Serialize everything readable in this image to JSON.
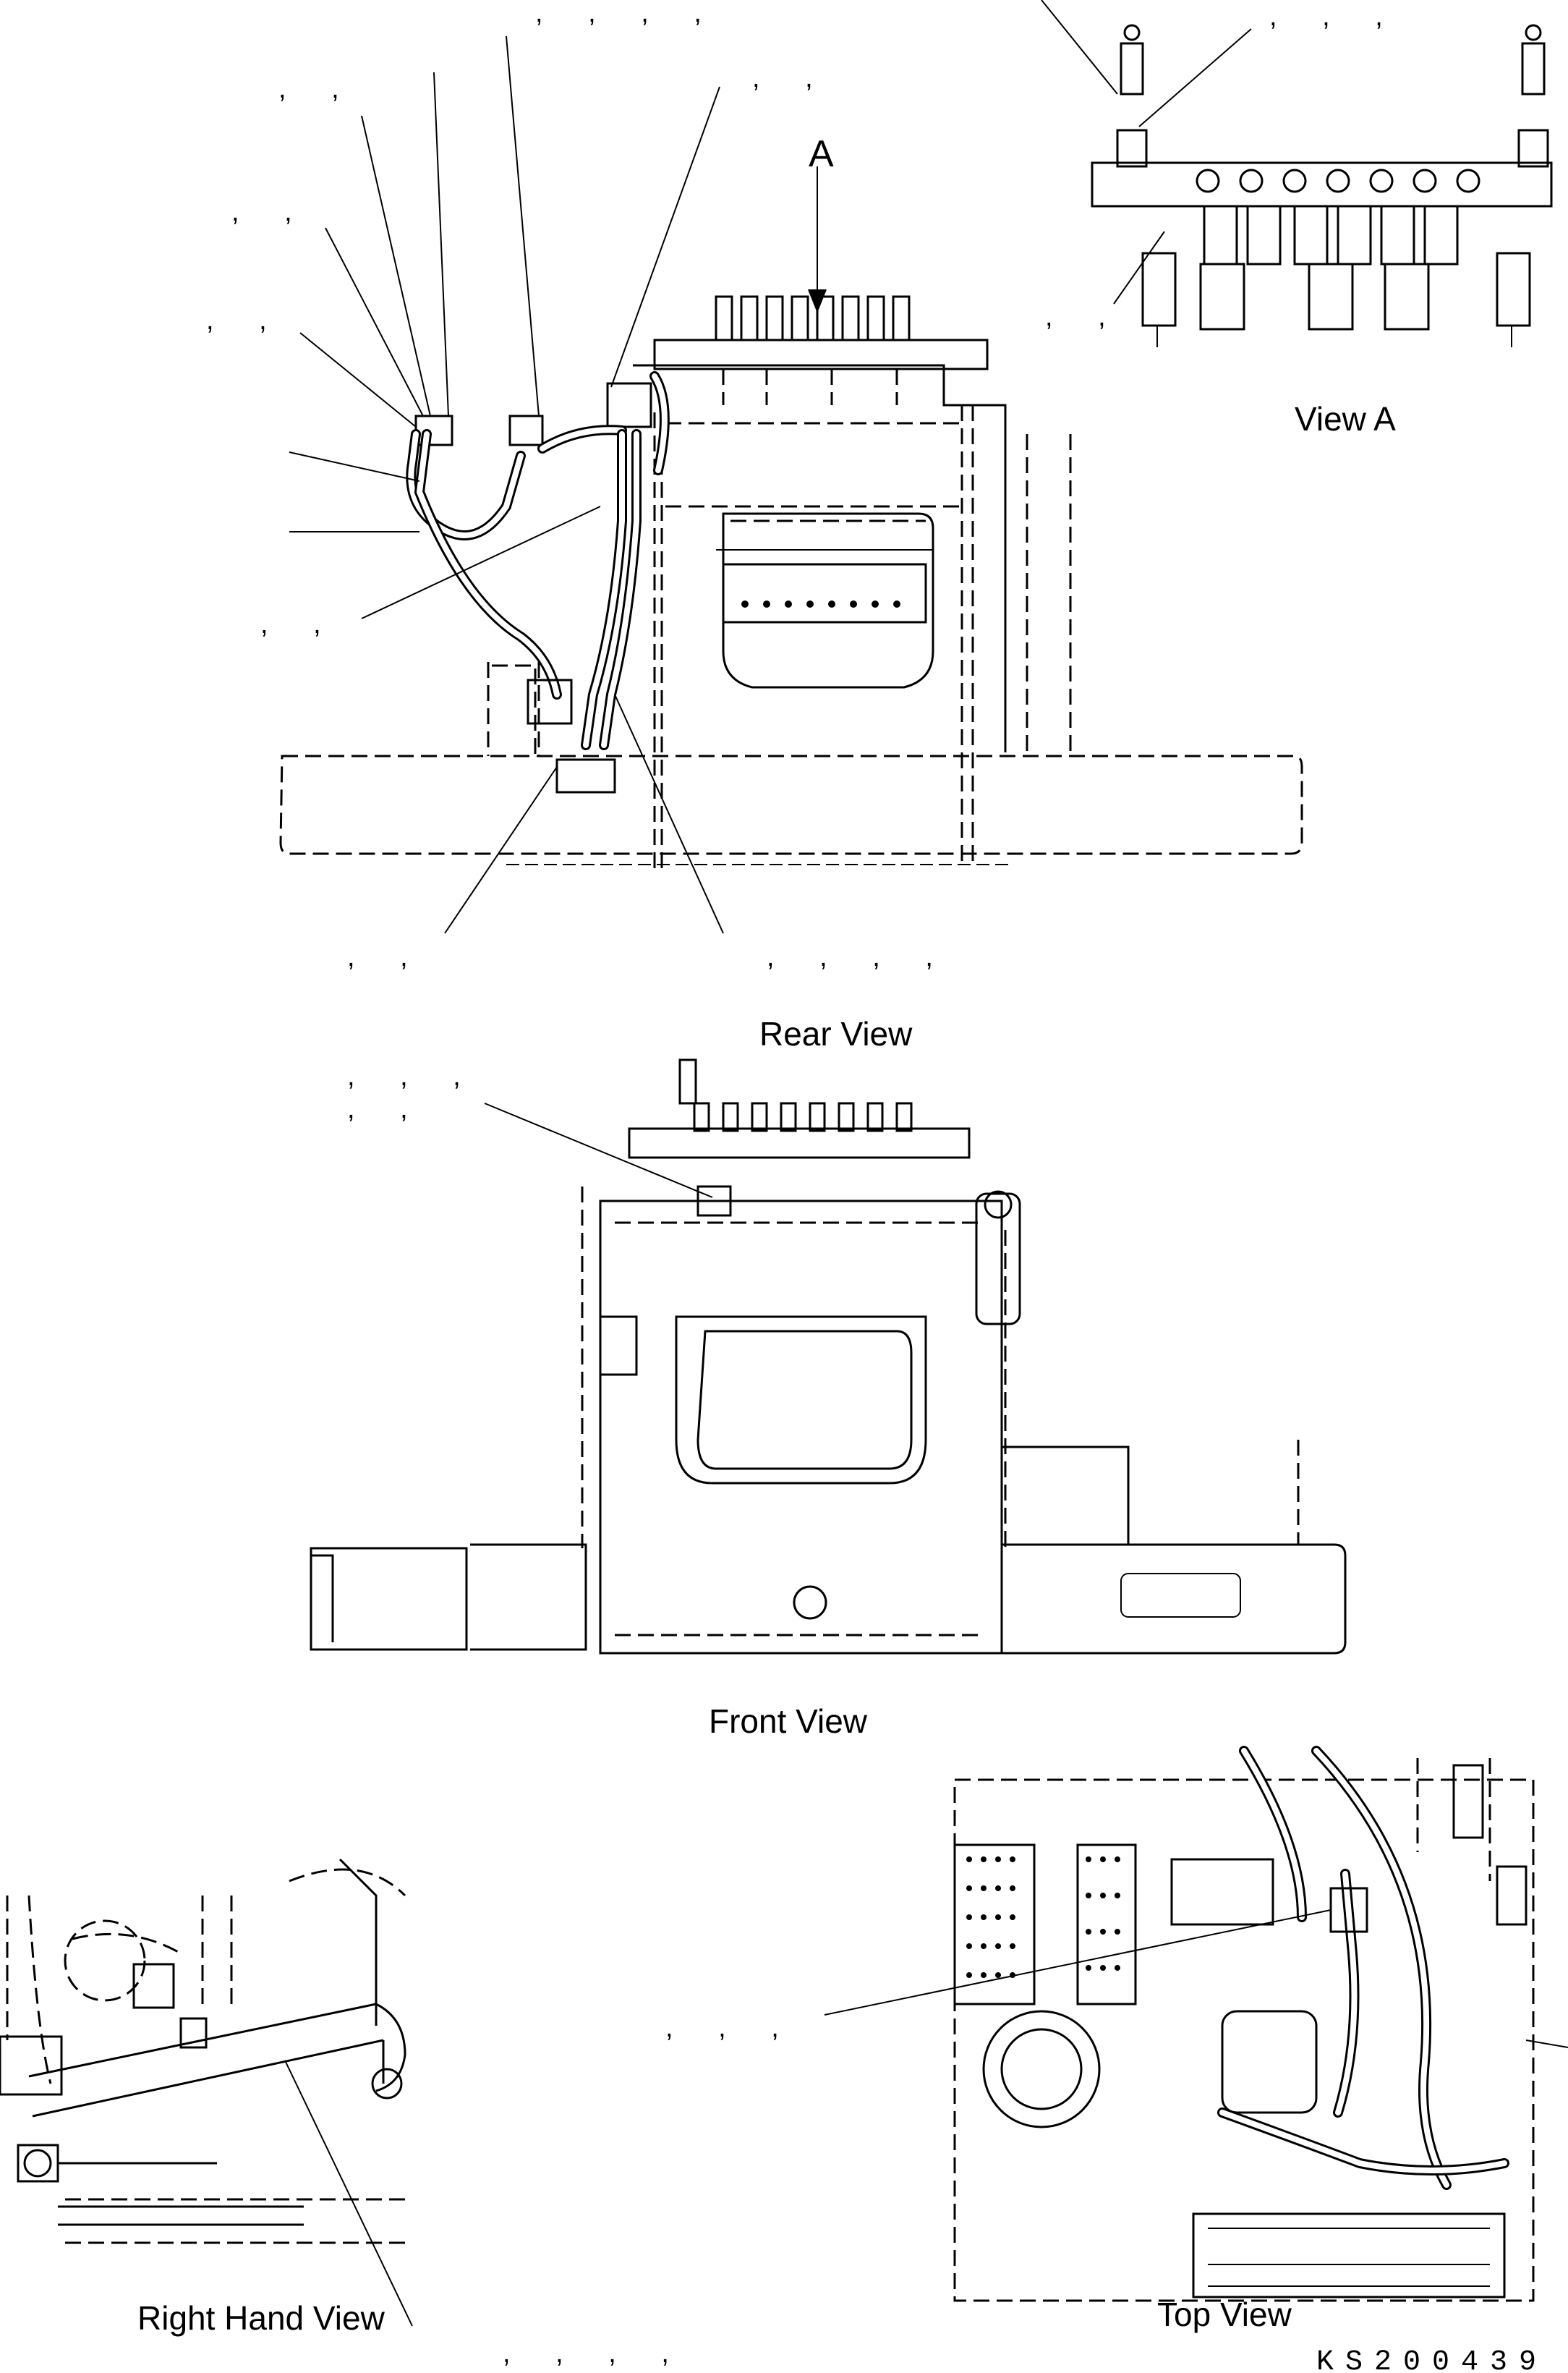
{
  "views": {
    "rear_view": "Rear View",
    "view_a": "View A",
    "front_view": "Front View",
    "right_hand_view": "Right Hand View",
    "top_view": "Top View"
  },
  "arrow_label": "A",
  "drawing_number": "KS200439",
  "callouts": [
    ", , , ,",
    ", ,",
    ", ,",
    ", ,",
    ", ,",
    ", ,",
    ", ,",
    ", , , ,",
    ", , ,",
    ", ,",
    ", , ,",
    ", ,",
    ", , ,",
    ", , , ,"
  ]
}
